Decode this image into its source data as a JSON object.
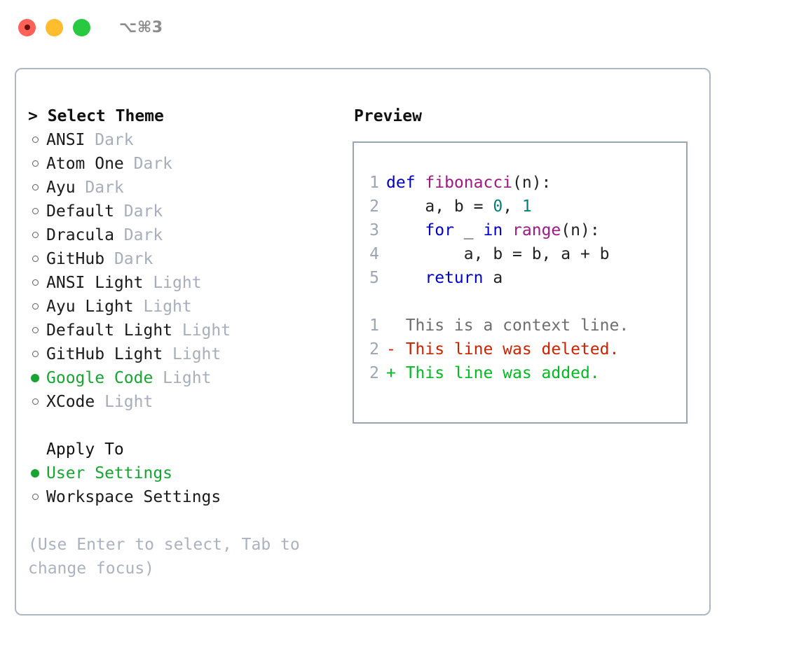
{
  "window": {
    "traffic_lights": [
      "close",
      "minimize",
      "maximize"
    ],
    "shortcut_label": "⌥⌘3"
  },
  "theme_section": {
    "header": "> Select Theme",
    "focused": true,
    "items": [
      {
        "name": "ANSI",
        "kind": "Dark",
        "selected": false
      },
      {
        "name": "Atom One",
        "kind": "Dark",
        "selected": false
      },
      {
        "name": "Ayu",
        "kind": "Dark",
        "selected": false
      },
      {
        "name": "Default",
        "kind": "Dark",
        "selected": false
      },
      {
        "name": "Dracula",
        "kind": "Dark",
        "selected": false
      },
      {
        "name": "GitHub",
        "kind": "Dark",
        "selected": false
      },
      {
        "name": "ANSI Light",
        "kind": "Light",
        "selected": false
      },
      {
        "name": "Ayu Light",
        "kind": "Light",
        "selected": false
      },
      {
        "name": "Default Light",
        "kind": "Light",
        "selected": false
      },
      {
        "name": "GitHub Light",
        "kind": "Light",
        "selected": false
      },
      {
        "name": "Google Code",
        "kind": "Light",
        "selected": true
      },
      {
        "name": "XCode",
        "kind": "Light",
        "selected": false
      }
    ]
  },
  "apply_section": {
    "header": "Apply To",
    "focused": false,
    "items": [
      {
        "name": "User Settings",
        "kind": "",
        "selected": true
      },
      {
        "name": "Workspace Settings",
        "kind": "",
        "selected": false
      }
    ]
  },
  "hint": "(Use Enter to select, Tab to change focus)",
  "preview": {
    "title": "Preview",
    "code_lines": [
      {
        "no": "1",
        "tokens": [
          {
            "t": "def ",
            "c": "tok-kw"
          },
          {
            "t": "fibonacci",
            "c": "tok-fn"
          },
          {
            "t": "(n):",
            "c": "tok-pl"
          }
        ]
      },
      {
        "no": "2",
        "tokens": [
          {
            "t": "    a, b = ",
            "c": "tok-pl"
          },
          {
            "t": "0",
            "c": "tok-num"
          },
          {
            "t": ", ",
            "c": "tok-pl"
          },
          {
            "t": "1",
            "c": "tok-num"
          }
        ]
      },
      {
        "no": "3",
        "tokens": [
          {
            "t": "    ",
            "c": "tok-pl"
          },
          {
            "t": "for",
            "c": "tok-kw"
          },
          {
            "t": " _ ",
            "c": "tok-pl"
          },
          {
            "t": "in",
            "c": "tok-kw"
          },
          {
            "t": " ",
            "c": "tok-pl"
          },
          {
            "t": "range",
            "c": "tok-fn"
          },
          {
            "t": "(n):",
            "c": "tok-pl"
          }
        ]
      },
      {
        "no": "4",
        "tokens": [
          {
            "t": "        a, b = b, a + b",
            "c": "tok-pl"
          }
        ]
      },
      {
        "no": "5",
        "tokens": [
          {
            "t": "    ",
            "c": "tok-pl"
          },
          {
            "t": "return",
            "c": "tok-kw"
          },
          {
            "t": " a",
            "c": "tok-pl"
          }
        ]
      }
    ],
    "diff_lines": [
      {
        "no": "1",
        "text": "  This is a context line.",
        "cls": "diff-ctx"
      },
      {
        "no": "2",
        "text": "- This line was deleted.",
        "cls": "diff-del"
      },
      {
        "no": "2",
        "text": "+ This line was added.",
        "cls": "diff-add"
      }
    ]
  },
  "colors": {
    "accent_green": "#17a532",
    "muted": "#a6aebb",
    "border": "#aeb7c4",
    "preview_border": "#9aa5b4",
    "keyword": "#0000c8",
    "function": "#9c1a84",
    "number": "#0a7d78",
    "diff_added": "#00bb22",
    "diff_deleted": "#cc2200"
  }
}
